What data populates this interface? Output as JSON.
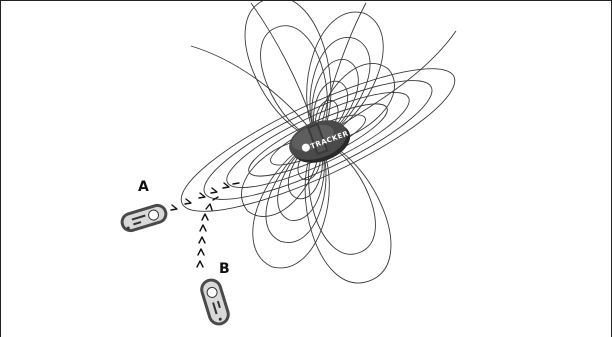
{
  "figure": {
    "tracker": {
      "brand": "TRACKER"
    },
    "receivers": [
      {
        "label": "A"
      },
      {
        "label": "B"
      }
    ]
  }
}
